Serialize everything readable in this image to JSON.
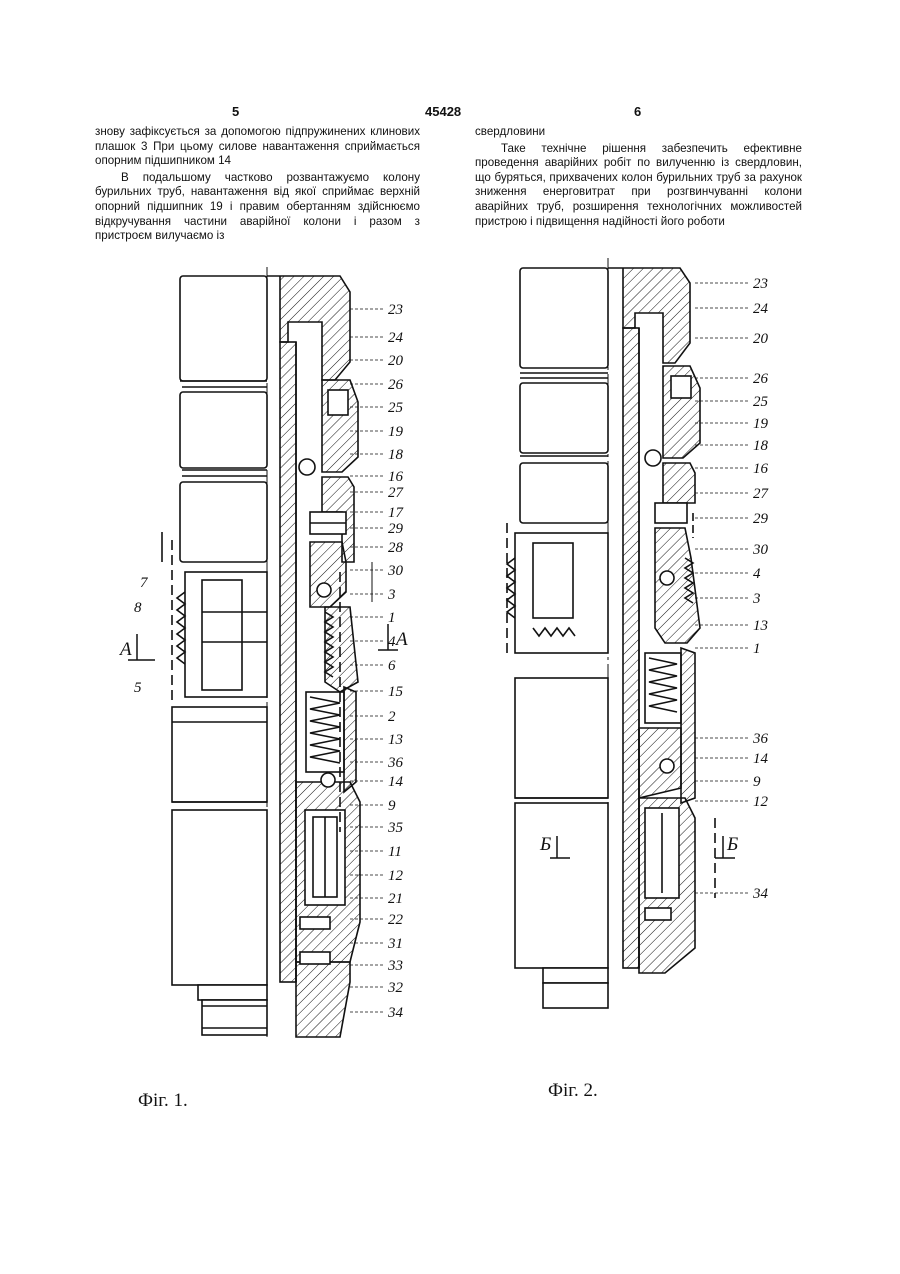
{
  "header": {
    "page_left": "5",
    "patent_number": "45428",
    "page_right": "6"
  },
  "left_column": {
    "p1": "знову зафіксується за допомогою підпружинених клинових плашок 3 При цьому силове навантаження сприймається опорним підшипником 14",
    "p2": "В подальшому частково розвантажуємо колону бурильних труб, навантаження від якої сприймає верхній опорний підшипник 19 і правим обертанням здійснюємо відкручування частини аварійної колони і разом з пристроєм вилучаємо із"
  },
  "right_column": {
    "p1": "свердловини",
    "p2": "Таке технічне рішення забезпечить ефективне проведення аварійних робіт по вилученню із свердловин, що буряться, прихвачених колон бурильних труб за рахунок зниження енерговитрат при розгвинчуванні колони аварійних труб, розширення технологічних можливостей пристрою і підвищення надійності його роботи"
  },
  "fig1": {
    "caption": "Фіг. 1.",
    "labels_right": [
      "23",
      "24",
      "20",
      "26",
      "25",
      "19",
      "18",
      "16",
      "27",
      "17",
      "29",
      "28",
      "30",
      "3",
      "1",
      "4",
      "6",
      "15",
      "2",
      "13",
      "36",
      "14",
      "9",
      "35",
      "11",
      "12",
      "21",
      "22",
      "31",
      "33",
      "32",
      "34"
    ],
    "labels_left": [
      "7",
      "8",
      "5"
    ],
    "section": "А"
  },
  "fig2": {
    "caption": "Фіг. 2.",
    "labels_right": [
      "23",
      "24",
      "20",
      "26",
      "25",
      "19",
      "18",
      "16",
      "27",
      "29",
      "30",
      "4",
      "3",
      "13",
      "1",
      "36",
      "14",
      "9",
      "12",
      "34"
    ],
    "section": "Б"
  },
  "colors": {
    "ink": "#111111",
    "paper": "#ffffff"
  }
}
